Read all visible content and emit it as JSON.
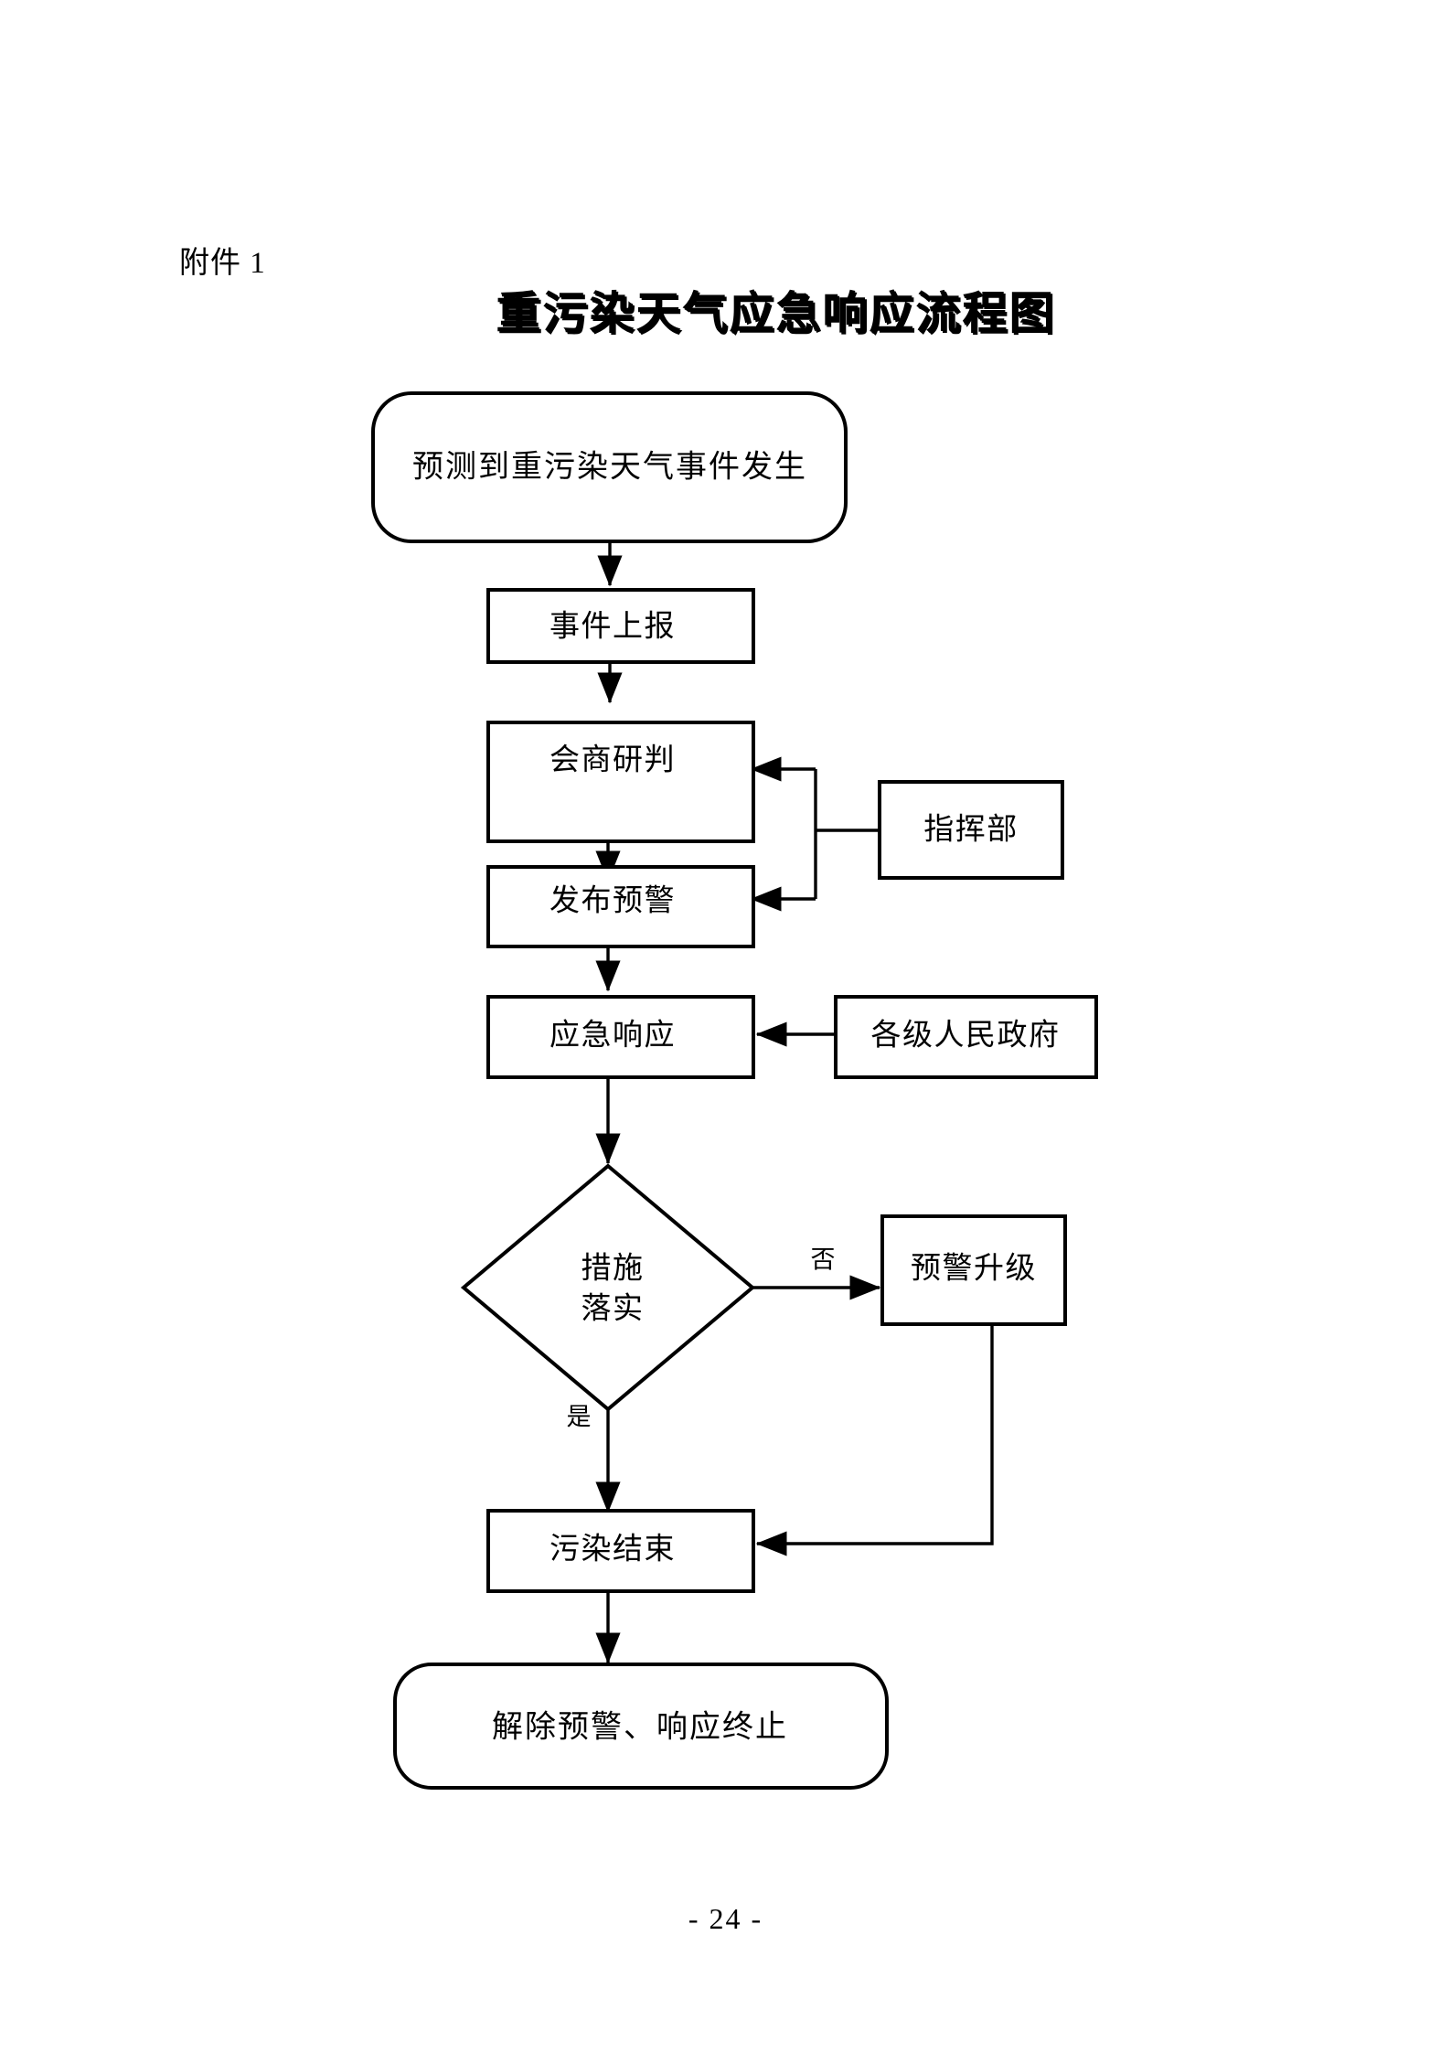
{
  "document": {
    "attachment_label": "附件 1",
    "title": "重污染天气应急响应流程图",
    "page_number": "- 24 -"
  },
  "flowchart": {
    "nodes": [
      {
        "id": "start",
        "shape": "rounded",
        "label": "预测到重污染天气事件发生"
      },
      {
        "id": "report",
        "shape": "rectangle",
        "label": "事件上报"
      },
      {
        "id": "consult",
        "shape": "rectangle",
        "label": "会商研判"
      },
      {
        "id": "command",
        "shape": "rectangle",
        "label": "指挥部"
      },
      {
        "id": "warning",
        "shape": "rectangle",
        "label": "发布预警"
      },
      {
        "id": "response",
        "shape": "rectangle",
        "label": "应急响应"
      },
      {
        "id": "government",
        "shape": "rectangle",
        "label": "各级人民政府"
      },
      {
        "id": "decision",
        "shape": "diamond",
        "label_line1": "措施",
        "label_line2": "落实"
      },
      {
        "id": "upgrade",
        "shape": "rectangle",
        "label": "预警升级"
      },
      {
        "id": "pollend",
        "shape": "rectangle",
        "label": "污染结束"
      },
      {
        "id": "finish",
        "shape": "rounded",
        "label": "解除预警、响应终止"
      }
    ],
    "edges": [
      {
        "from": "start",
        "to": "report",
        "label": ""
      },
      {
        "from": "report",
        "to": "consult",
        "label": ""
      },
      {
        "from": "consult",
        "to": "warning",
        "label": ""
      },
      {
        "from": "command",
        "to": "consult",
        "label": ""
      },
      {
        "from": "command",
        "to": "warning",
        "label": ""
      },
      {
        "from": "warning",
        "to": "response",
        "label": ""
      },
      {
        "from": "government",
        "to": "response",
        "label": ""
      },
      {
        "from": "response",
        "to": "decision",
        "label": ""
      },
      {
        "from": "decision",
        "to": "upgrade",
        "label": "否"
      },
      {
        "from": "decision",
        "to": "pollend",
        "label": "是"
      },
      {
        "from": "upgrade",
        "to": "pollend",
        "label": ""
      },
      {
        "from": "pollend",
        "to": "finish",
        "label": ""
      }
    ],
    "edge_labels": {
      "no": "否",
      "yes": "是"
    },
    "colors": {
      "stroke": "#000000",
      "fill": "#ffffff",
      "text": "#000000"
    }
  }
}
